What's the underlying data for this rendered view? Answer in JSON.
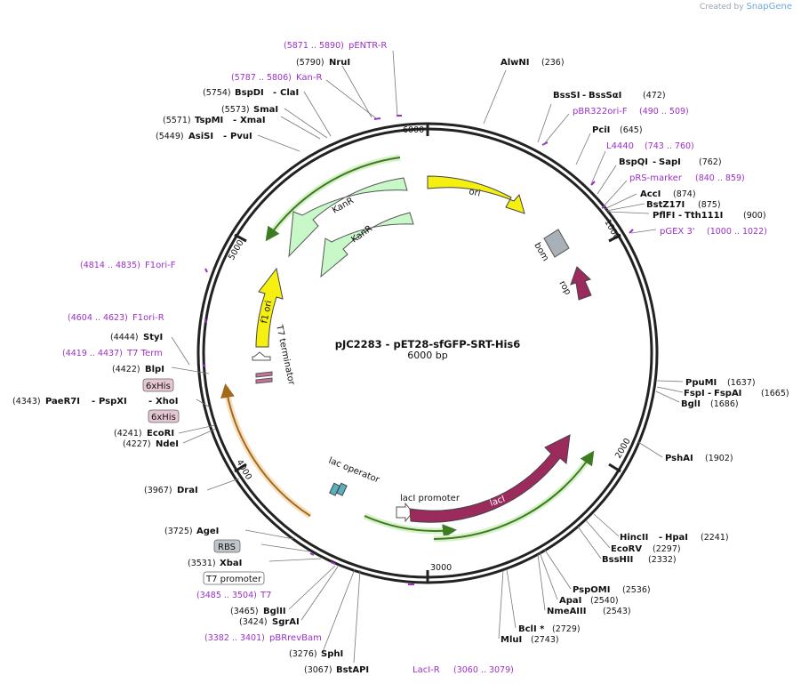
{
  "credit": {
    "prefix": "Created by",
    "brand": "SnapGene"
  },
  "plasmid": {
    "name": "pJC2283 - pET28-sfGFP-SRT-His6",
    "size": "6000 bp"
  },
  "ticks": [
    "1000",
    "2000",
    "3000",
    "4000",
    "5000",
    "6000"
  ],
  "enzymes": {
    "AlwNI": {
      "name": "AlwNI",
      "pos": "(236)"
    },
    "BssSI": {
      "name": "BssSI",
      "name2": "BssSαI",
      "pos": "(472)"
    },
    "PciI": {
      "name": "PciI",
      "pos": "(645)"
    },
    "BspQI": {
      "name": "BspQI",
      "name2": "SapI",
      "pos": "(762)"
    },
    "AccI": {
      "name": "AccI",
      "pos": "(874)"
    },
    "BstZ17I": {
      "name": "BstZ17I",
      "pos": "(875)"
    },
    "PflFI": {
      "name": "PflFI",
      "name2": "Tth111I",
      "pos": "(900)"
    },
    "PpuMI": {
      "name": "PpuMI",
      "pos": "(1637)"
    },
    "FspI": {
      "name": "FspI",
      "name2": "FspAI",
      "pos": "(1665)"
    },
    "BglI": {
      "name": "BglI",
      "pos": "(1686)"
    },
    "PshAI": {
      "name": "PshAI",
      "pos": "(1902)"
    },
    "HincII": {
      "name": "HincII",
      "name2": "HpaI",
      "pos": "(2241)"
    },
    "EcoRV": {
      "name": "EcoRV",
      "pos": "(2297)"
    },
    "BssHII": {
      "name": "BssHII",
      "pos": "(2332)"
    },
    "PspOMI": {
      "name": "PspOMI",
      "pos": "(2536)"
    },
    "ApaI": {
      "name": "ApaI",
      "pos": "(2540)"
    },
    "NmeAIII": {
      "name": "NmeAIII",
      "pos": "(2543)"
    },
    "BclI": {
      "name": "BclI *",
      "pos": "(2729)"
    },
    "MluI": {
      "name": "MluI",
      "pos": "(2743)"
    },
    "BstAPI": {
      "name": "BstAPI",
      "pos": "(3067)"
    },
    "SphI": {
      "name": "SphI",
      "pos": "(3276)"
    },
    "SgrAI": {
      "name": "SgrAI",
      "pos": "(3424)"
    },
    "BglII": {
      "name": "BglII",
      "pos": "(3465)"
    },
    "XbaI": {
      "name": "XbaI",
      "pos": "(3531)"
    },
    "AgeI": {
      "name": "AgeI",
      "pos": "(3725)"
    },
    "DraI": {
      "name": "DraI",
      "pos": "(3967)"
    },
    "NdeI": {
      "name": "NdeI",
      "pos": "(4227)"
    },
    "EcoRI": {
      "name": "EcoRI",
      "pos": "(4241)"
    },
    "PaeR7I": {
      "name": "PaeR7I",
      "name2": "PspXI",
      "name3": "XhoI",
      "pos": "(4343)"
    },
    "BlpI": {
      "name": "BlpI",
      "pos": "(4422)"
    },
    "StyI": {
      "name": "StyI",
      "pos": "(4444)"
    },
    "AsiSI": {
      "name": "AsiSI",
      "name2": "PvuI",
      "pos": "(5449)"
    },
    "TspMI": {
      "name": "TspMI",
      "name2": "XmaI",
      "pos": "(5571)"
    },
    "SmaI": {
      "name": "SmaI",
      "pos": "(5573)"
    },
    "BspDI": {
      "name": "BspDI",
      "name2": "ClaI",
      "pos": "(5754)"
    },
    "NruI": {
      "name": "NruI",
      "pos": "(5790)"
    }
  },
  "primers": {
    "pENTR_R": {
      "name": "pENTR-R",
      "range": "(5871 .. 5890)"
    },
    "Kan_R": {
      "name": "Kan-R",
      "range": "(5787 .. 5806)"
    },
    "pBR322ori_F": {
      "name": "pBR322ori-F",
      "range": "(490 .. 509)"
    },
    "L4440": {
      "name": "L4440",
      "range": "(743 .. 760)"
    },
    "pRS_marker": {
      "name": "pRS-marker",
      "range": "(840 .. 859)"
    },
    "pGEX3": {
      "name": "pGEX 3'",
      "range": "(1000 .. 1022)"
    },
    "F1ori_F": {
      "name": "F1ori-F",
      "range": "(4814 .. 4835)"
    },
    "F1ori_R": {
      "name": "F1ori-R",
      "range": "(4604 .. 4623)"
    },
    "T7Term": {
      "name": "T7 Term",
      "range": "(4419 .. 4437)"
    },
    "T7": {
      "name": "T7",
      "range": "(3485 .. 3504)"
    },
    "pBRrevBam": {
      "name": "pBRrevBam",
      "range": "(3382 .. 3401)"
    },
    "LacI_R": {
      "name": "LacI-R",
      "range": "(3060 .. 3079)"
    }
  },
  "features": {
    "ori": "ori",
    "bom": "bom",
    "rop": "rop",
    "KanR_1": "KanR",
    "KanR_2": "KanR",
    "f1ori": "f1 ori",
    "T7term": "T7 terminator",
    "lacop": "lac operator",
    "lacIprom": "lacI promoter",
    "lacI": "lacI",
    "sixHis_1": "6xHis",
    "sixHis_2": "6xHis",
    "RBS": "RBS",
    "T7prom": "T7 promoter"
  },
  "colors": {
    "ori": "#f5f010",
    "kanr": "#c8f7c8",
    "lacI": "#9b2a5d",
    "bom": "#a8b0b8",
    "primer": "#9b30c8",
    "orfGreen": "#53a032",
    "orfOrange": "#d09535"
  }
}
